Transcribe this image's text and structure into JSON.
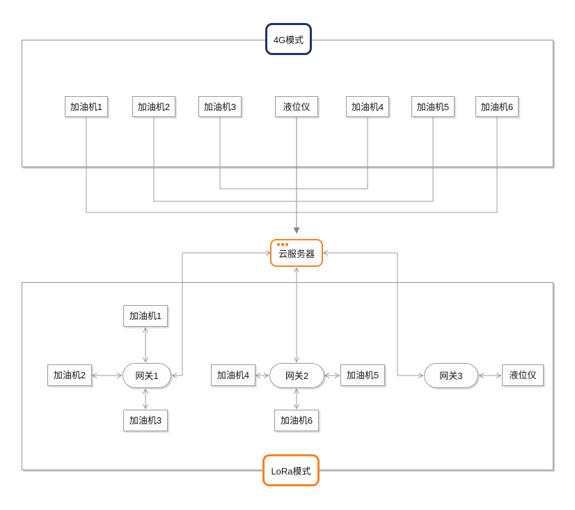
{
  "modes": {
    "top_label": "4G模式",
    "bottom_label": "LoRa模式"
  },
  "cloud": {
    "label": "云服务器",
    "icon": "ellipsis-dots"
  },
  "top_section": {
    "label": "4G模式",
    "nodes": [
      "加油机1",
      "加油机2",
      "加油机3",
      "液位仪",
      "加油机4",
      "加油机5",
      "加油机6"
    ]
  },
  "bottom_section": {
    "label": "LoRa模式",
    "gateways": [
      {
        "label": "网关1",
        "connections": {
          "top": "加油机1",
          "left": "加油机2",
          "bottom": "加油机3"
        }
      },
      {
        "label": "网关2",
        "connections": {
          "left": "加油机4",
          "right": "加油机5",
          "bottom": "加油机6"
        }
      },
      {
        "label": "网关3",
        "connections": {
          "right": "液位仪"
        }
      }
    ]
  },
  "edges": [
    {
      "from": "4G区(加油机1-6,液位仪)",
      "to": "云服务器",
      "style": "merged-trunk",
      "arrow": "to"
    },
    {
      "from": "网关1",
      "to": "加油机1",
      "arrow": "both"
    },
    {
      "from": "网关1",
      "to": "加油机2",
      "arrow": "both"
    },
    {
      "from": "网关1",
      "to": "加油机3",
      "arrow": "both"
    },
    {
      "from": "网关1",
      "to": "云服务器",
      "arrow": "both"
    },
    {
      "from": "网关2",
      "to": "加油机4",
      "arrow": "both"
    },
    {
      "from": "网关2",
      "to": "加油机5",
      "arrow": "both"
    },
    {
      "from": "网关2",
      "to": "加油机6",
      "arrow": "both"
    },
    {
      "from": "网关2",
      "to": "云服务器",
      "arrow": "both"
    },
    {
      "from": "网关3",
      "to": "液位仪",
      "arrow": "both"
    },
    {
      "from": "网关3",
      "to": "云服务器",
      "arrow": "both"
    }
  ],
  "colors": {
    "accent_navy": "#23306E",
    "accent_orange": "#F5821F",
    "wire_gray": "#9C9C9C",
    "trunk_arrow_gray": "#848484",
    "node_border": "#9A9A9A"
  }
}
